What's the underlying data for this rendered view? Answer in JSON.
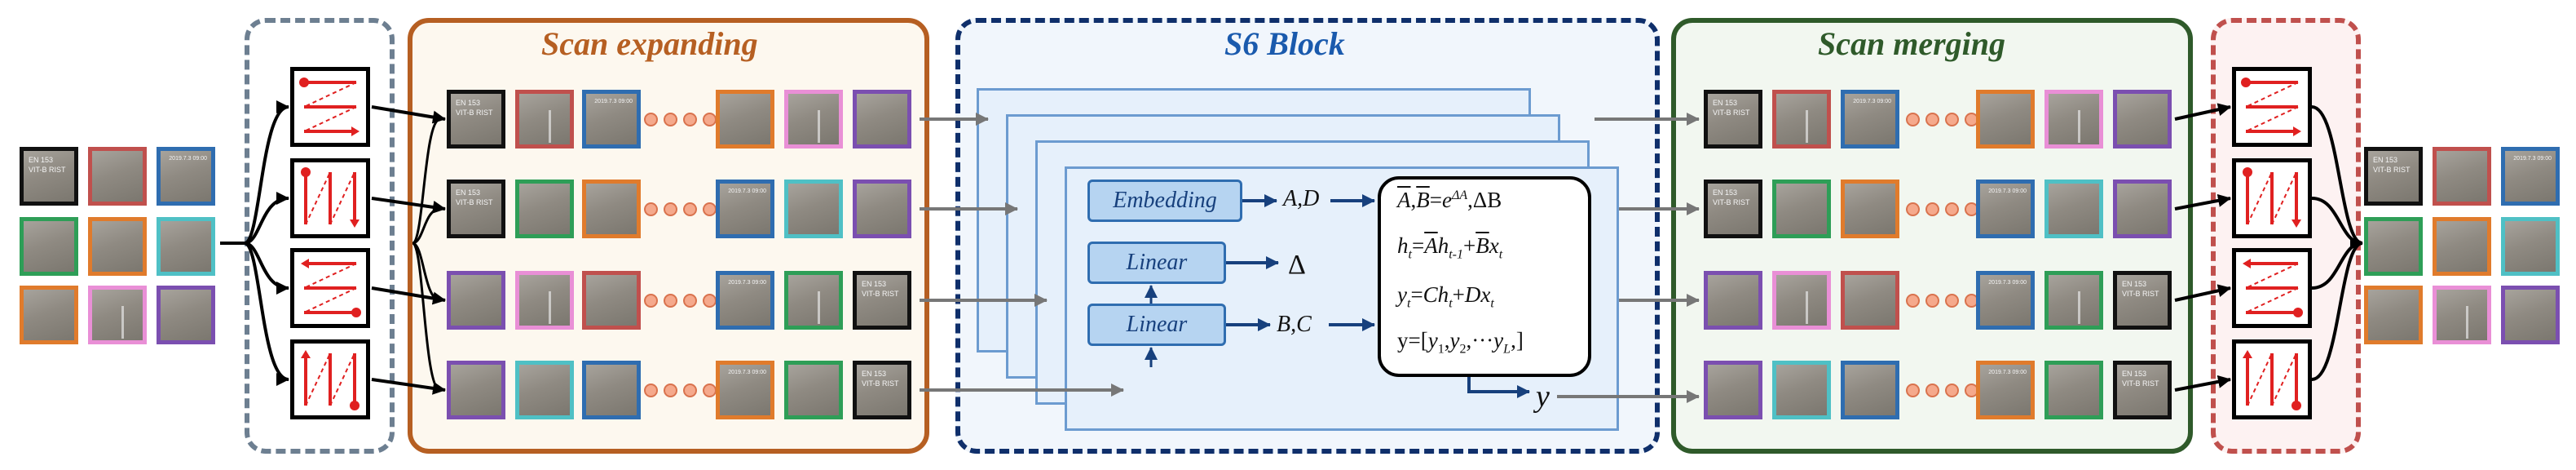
{
  "sections": {
    "scan_expanding": {
      "title": "Scan expanding",
      "color": "#b65f22"
    },
    "s6_block": {
      "title": "S6 Block",
      "color": "#1a5aad"
    },
    "scan_merging": {
      "title": "Scan merging",
      "color": "#2f5a2a"
    }
  },
  "tile_text": {
    "id": "EN 153",
    "model": "VIT-B RIST",
    "stamp": "2019.7.3 09:00"
  },
  "s6": {
    "embedding_label": "Embedding",
    "linear1_label": "Linear",
    "linear2_label": "Linear",
    "out_ad": "A,D",
    "out_delta": "Δ",
    "out_bc": "B,C",
    "output_y": "y",
    "equations": {
      "eq1": "A,B=e^ΔA,ΔB",
      "eq2": "h_t=A h_{t-1}+B x_t",
      "eq3": "y_t=C h_t+D x_t",
      "eq4": "y=[y_1,y_2,···y_L]"
    }
  },
  "colors": {
    "tile_black": "#111111",
    "tile_red": "#c0504d",
    "tile_blue": "#2f6db0",
    "tile_green": "#2e9e57",
    "tile_orange": "#e07b2c",
    "tile_cyan": "#4fc0c5",
    "tile_pink": "#e98fd6",
    "tile_purple": "#7b4fb0",
    "scan_arrow": "#e02020",
    "section1_bg": "#fdf8ef",
    "section2_bg": "#f1f6fc",
    "section3_bg": "#f2f7f0"
  }
}
